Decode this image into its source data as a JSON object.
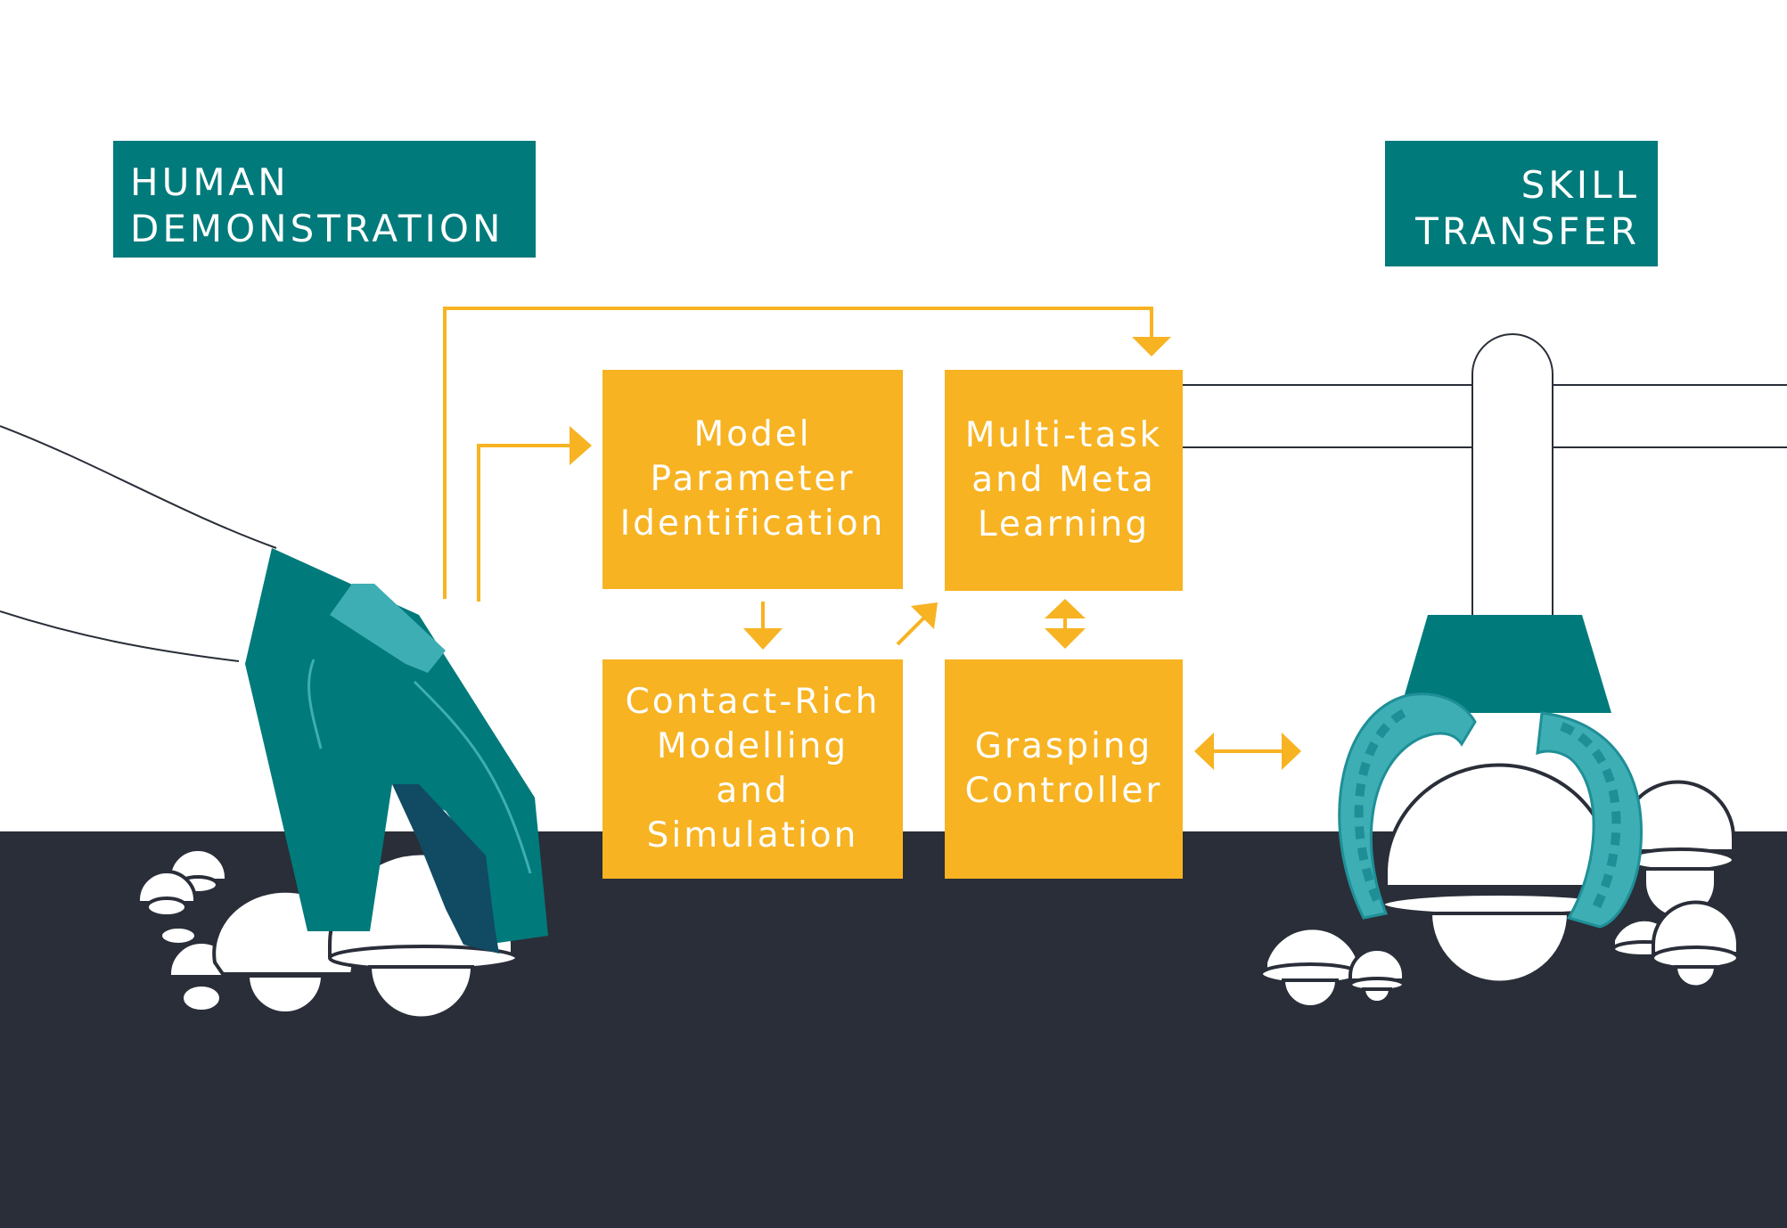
{
  "titles": {
    "left": [
      "HUMAN",
      "DEMONSTRATION"
    ],
    "right": [
      "SKILL",
      "TRANSFER"
    ]
  },
  "steps": {
    "model_param": [
      "Model",
      "Parameter",
      "Identification"
    ],
    "multitask": [
      "Multi-task",
      "and Meta",
      "Learning"
    ],
    "contact_rich": [
      "Contact-Rich",
      "Modelling",
      "and",
      "Simulation"
    ],
    "grasping": [
      "Grasping",
      "Controller"
    ]
  },
  "colors": {
    "teal": "#007a7b",
    "teal_light": "#3eaeb5",
    "orange": "#f7b322",
    "floor": "#292e38",
    "white": "#ffffff"
  },
  "icons": [
    "gloved-hand-icon",
    "mushroom-icon",
    "robot-gripper-icon",
    "robot-arm-icon"
  ]
}
